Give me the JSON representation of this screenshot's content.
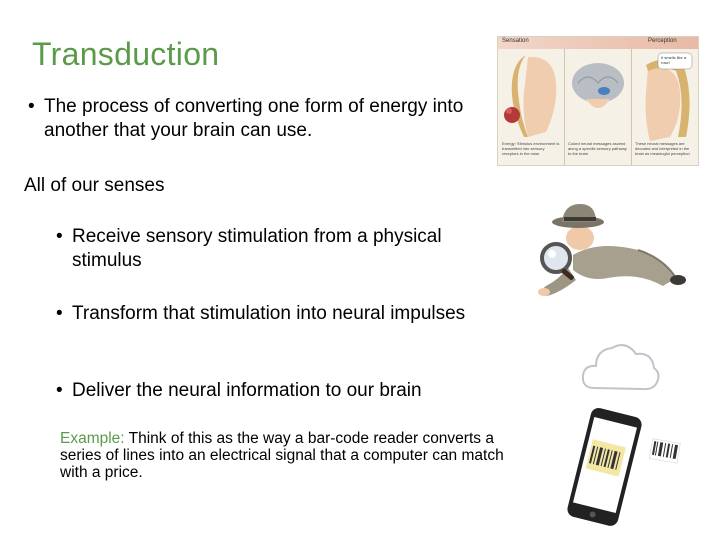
{
  "slide": {
    "title": "Transduction",
    "intro_bullet": "The process of converting one form of energy into another that your brain can use.",
    "subhead": "All of our senses",
    "bullets": [
      "Receive sensory stimulation from a physical stimulus",
      "Transform that stimulation into neural impulses",
      "Deliver the neural information to our brain"
    ],
    "example": {
      "label": "Example:",
      "text": " Think of this as the way a bar-code reader converts a series of lines into an electrical signal that a computer can match with a price."
    }
  },
  "figure": {
    "label_left": "Sensation",
    "label_right": "Perception",
    "bubble": "It smells like a rose!",
    "captions": [
      "Energy: Stimulus environment is transmitted into sensory receptors in the nose",
      "Coded neural messages ascend along a specific sensory pathway to the brain",
      "These neural messages are decoded and interpreted in the brain as meaningful perception"
    ]
  },
  "colors": {
    "title": "#5a9a4a",
    "example_label": "#5a9a4a"
  },
  "icons": [
    "detective-icon",
    "cloud-icon",
    "smartphone-barcode-icon"
  ]
}
